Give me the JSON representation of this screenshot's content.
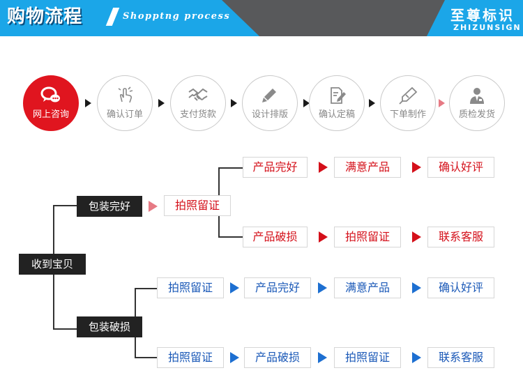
{
  "header": {
    "title": "购物流程",
    "subtitle": "Shopptng process",
    "brand_cn": "至尊标识",
    "brand_en": "ZHIZUNSIGN"
  },
  "steps": [
    {
      "label": "网上咨询",
      "icon": "chat-icon",
      "active": true
    },
    {
      "label": "确认订单",
      "icon": "hand-click-icon",
      "active": false
    },
    {
      "label": "支付货款",
      "icon": "handshake-icon",
      "active": false
    },
    {
      "label": "设计排版",
      "icon": "pencil-icon",
      "active": false
    },
    {
      "label": "确认定稿",
      "icon": "document-edit-icon",
      "active": false
    },
    {
      "label": "下单制作",
      "icon": "pen-icon",
      "active": false
    },
    {
      "label": "质检发货",
      "icon": "inspector-icon",
      "active": false
    }
  ],
  "flow": {
    "root": "收到宝贝",
    "good": {
      "label": "包装完好",
      "photo": "拍照留证",
      "ok_row": [
        "产品完好",
        "满意产品",
        "确认好评"
      ],
      "bad_row": [
        "产品破损",
        "拍照留证",
        "联系客服"
      ]
    },
    "damaged": {
      "label": "包装破损",
      "ok_row": [
        "拍照留证",
        "产品完好",
        "满意产品",
        "确认好评"
      ],
      "bad_row": [
        "拍照留证",
        "产品破损",
        "拍照留证",
        "联系客服"
      ]
    }
  },
  "colors": {
    "banner_blue": "#1ba6e8",
    "banner_gray": "#58595b",
    "active_red": "#e0151f",
    "text_red": "#d4101a",
    "text_blue": "#1a58b7",
    "arrow_blue": "#1d6fd1",
    "arrow_pink": "#e67a84"
  }
}
